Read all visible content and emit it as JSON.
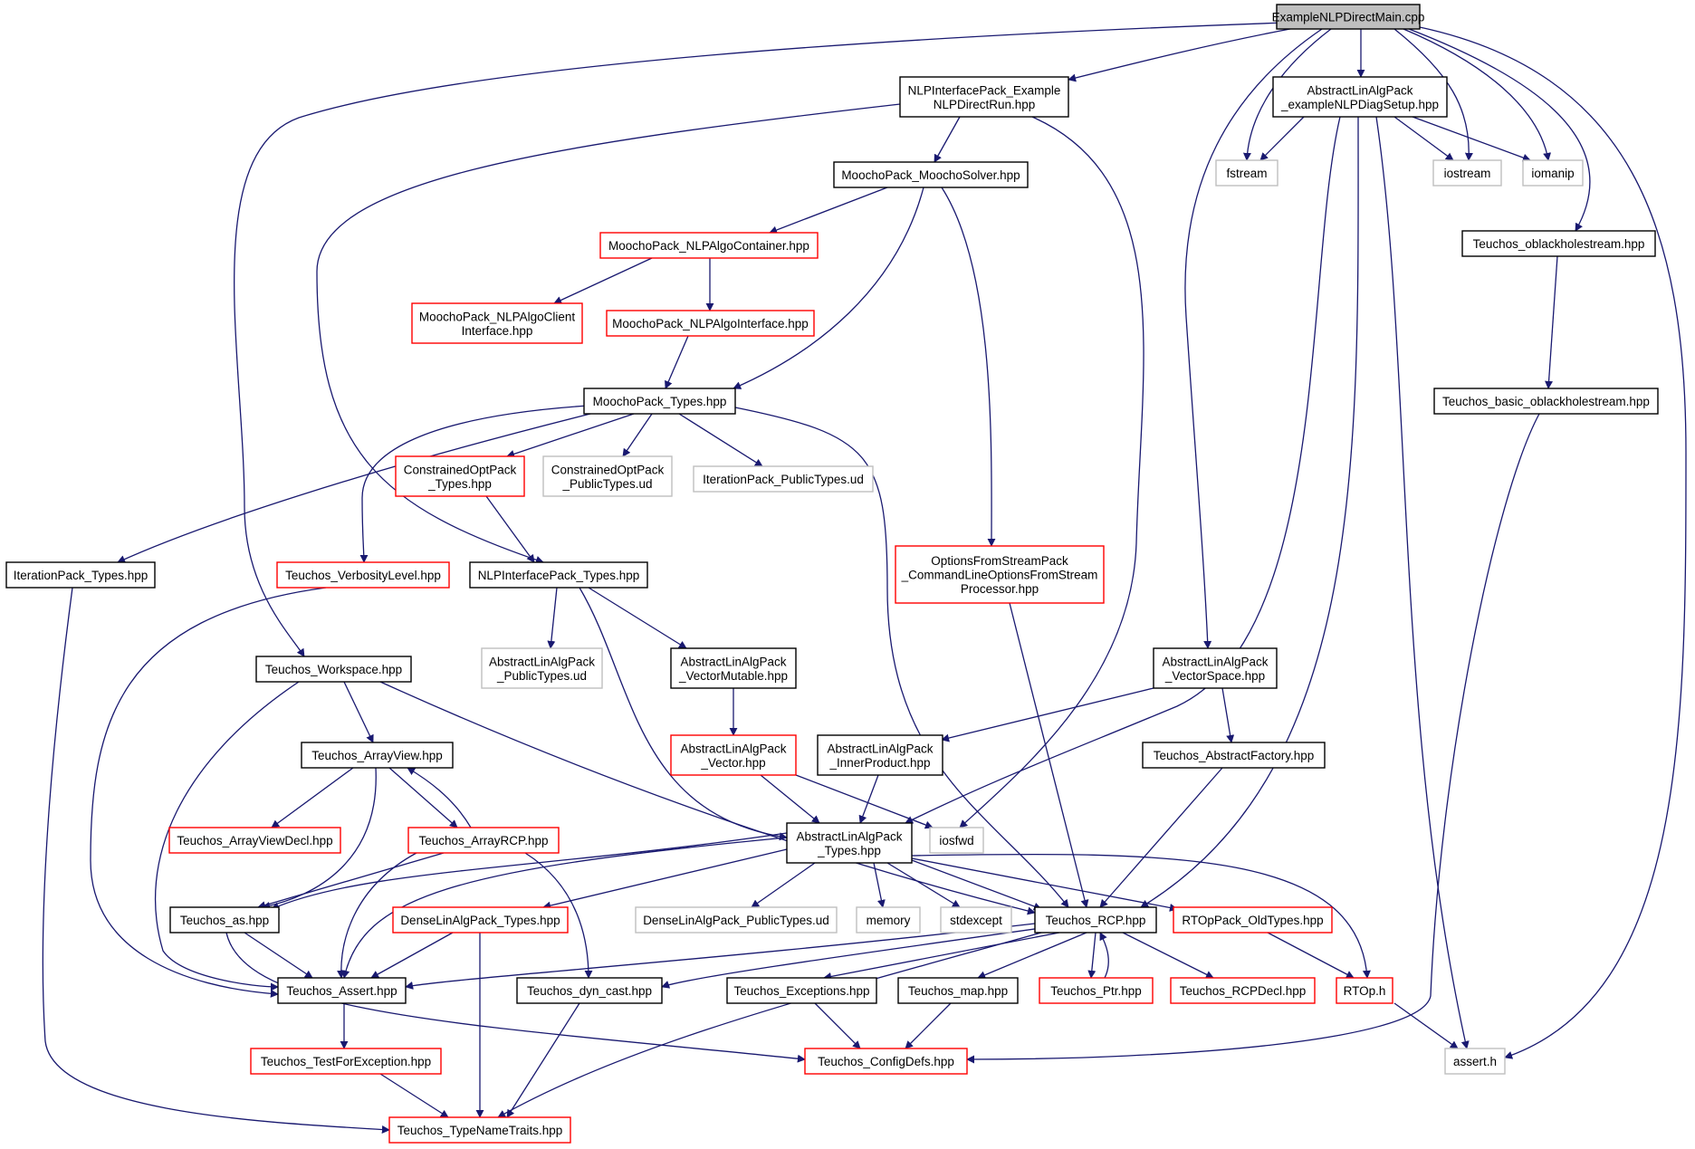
{
  "colors": {
    "edge": "#191970",
    "root_fill": "#bfbfbf",
    "border_normal": "#000000",
    "border_truncated": "#ff0000",
    "border_external": "#bfbfbf"
  },
  "nodes": [
    {
      "id": "root",
      "label": [
        "ExampleNLPDirectMain.cpp"
      ],
      "kind": "root"
    },
    {
      "id": "nlp_run",
      "label": [
        "NLPInterfacePack_Example",
        "NLPDirectRun.hpp"
      ],
      "kind": "normal"
    },
    {
      "id": "alap_diag",
      "label": [
        "AbstractLinAlgPack",
        "_exampleNLPDiagSetup.hpp"
      ],
      "kind": "normal"
    },
    {
      "id": "fstream",
      "label": [
        "fstream"
      ],
      "kind": "external"
    },
    {
      "id": "iostream",
      "label": [
        "iostream"
      ],
      "kind": "external"
    },
    {
      "id": "iomanip",
      "label": [
        "iomanip"
      ],
      "kind": "external"
    },
    {
      "id": "moocho_solver",
      "label": [
        "MoochoPack_MoochoSolver.hpp"
      ],
      "kind": "normal"
    },
    {
      "id": "oblackhole",
      "label": [
        "Teuchos_oblackholestream.hpp"
      ],
      "kind": "normal"
    },
    {
      "id": "nlpalgo_container",
      "label": [
        "MoochoPack_NLPAlgoContainer.hpp"
      ],
      "kind": "truncated"
    },
    {
      "id": "nlpalgo_client",
      "label": [
        "MoochoPack_NLPAlgoClient",
        "Interface.hpp"
      ],
      "kind": "truncated"
    },
    {
      "id": "nlpalgo_iface",
      "label": [
        "MoochoPack_NLPAlgoInterface.hpp"
      ],
      "kind": "truncated"
    },
    {
      "id": "basic_oblackhole",
      "label": [
        "Teuchos_basic_oblackholestream.hpp"
      ],
      "kind": "normal"
    },
    {
      "id": "moocho_types",
      "label": [
        "MoochoPack_Types.hpp"
      ],
      "kind": "normal"
    },
    {
      "id": "copt_types",
      "label": [
        "ConstrainedOptPack",
        "_Types.hpp"
      ],
      "kind": "truncated"
    },
    {
      "id": "copt_pub",
      "label": [
        "ConstrainedOptPack",
        "_PublicTypes.ud"
      ],
      "kind": "external"
    },
    {
      "id": "iter_pub",
      "label": [
        "IterationPack_PublicTypes.ud"
      ],
      "kind": "external"
    },
    {
      "id": "iter_types",
      "label": [
        "IterationPack_Types.hpp"
      ],
      "kind": "normal"
    },
    {
      "id": "verbosity",
      "label": [
        "Teuchos_VerbosityLevel.hpp"
      ],
      "kind": "truncated"
    },
    {
      "id": "nlpi_types",
      "label": [
        "NLPInterfacePack_Types.hpp"
      ],
      "kind": "normal"
    },
    {
      "id": "ofs",
      "label": [
        "OptionsFromStreamPack",
        "_CommandLineOptionsFromStream",
        "Processor.hpp"
      ],
      "kind": "truncated"
    },
    {
      "id": "alap_pub",
      "label": [
        "AbstractLinAlgPack",
        "_PublicTypes.ud"
      ],
      "kind": "external"
    },
    {
      "id": "alap_vecmut",
      "label": [
        "AbstractLinAlgPack",
        "_VectorMutable.hpp"
      ],
      "kind": "normal"
    },
    {
      "id": "workspace",
      "label": [
        "Teuchos_Workspace.hpp"
      ],
      "kind": "normal"
    },
    {
      "id": "alap_vecspace",
      "label": [
        "AbstractLinAlgPack",
        "_VectorSpace.hpp"
      ],
      "kind": "normal"
    },
    {
      "id": "arrayview",
      "label": [
        "Teuchos_ArrayView.hpp"
      ],
      "kind": "normal"
    },
    {
      "id": "alap_vector",
      "label": [
        "AbstractLinAlgPack",
        "_Vector.hpp"
      ],
      "kind": "truncated"
    },
    {
      "id": "alap_inner",
      "label": [
        "AbstractLinAlgPack",
        "_InnerProduct.hpp"
      ],
      "kind": "normal"
    },
    {
      "id": "absfactory",
      "label": [
        "Teuchos_AbstractFactory.hpp"
      ],
      "kind": "normal"
    },
    {
      "id": "arrayviewdecl",
      "label": [
        "Teuchos_ArrayViewDecl.hpp"
      ],
      "kind": "truncated"
    },
    {
      "id": "arrayrcp",
      "label": [
        "Teuchos_ArrayRCP.hpp"
      ],
      "kind": "truncated"
    },
    {
      "id": "alap_types",
      "label": [
        "AbstractLinAlgPack",
        "_Types.hpp"
      ],
      "kind": "normal"
    },
    {
      "id": "iosfwd",
      "label": [
        "iosfwd"
      ],
      "kind": "external"
    },
    {
      "id": "as",
      "label": [
        "Teuchos_as.hpp"
      ],
      "kind": "normal"
    },
    {
      "id": "dense_types",
      "label": [
        "DenseLinAlgPack_Types.hpp"
      ],
      "kind": "truncated"
    },
    {
      "id": "dense_pub",
      "label": [
        "DenseLinAlgPack_PublicTypes.ud"
      ],
      "kind": "external"
    },
    {
      "id": "memory",
      "label": [
        "memory"
      ],
      "kind": "external"
    },
    {
      "id": "stdexcept",
      "label": [
        "stdexcept"
      ],
      "kind": "external"
    },
    {
      "id": "rcp",
      "label": [
        "Teuchos_RCP.hpp"
      ],
      "kind": "normal"
    },
    {
      "id": "rtop_old",
      "label": [
        "RTOpPack_OldTypes.hpp"
      ],
      "kind": "truncated"
    },
    {
      "id": "assert_hpp",
      "label": [
        "Teuchos_Assert.hpp"
      ],
      "kind": "normal"
    },
    {
      "id": "dyn_cast",
      "label": [
        "Teuchos_dyn_cast.hpp"
      ],
      "kind": "normal"
    },
    {
      "id": "exceptions",
      "label": [
        "Teuchos_Exceptions.hpp"
      ],
      "kind": "normal"
    },
    {
      "id": "map",
      "label": [
        "Teuchos_map.hpp"
      ],
      "kind": "normal"
    },
    {
      "id": "ptr",
      "label": [
        "Teuchos_Ptr.hpp"
      ],
      "kind": "truncated"
    },
    {
      "id": "rcpdecl",
      "label": [
        "Teuchos_RCPDecl.hpp"
      ],
      "kind": "truncated"
    },
    {
      "id": "rtop",
      "label": [
        "RTOp.h"
      ],
      "kind": "truncated"
    },
    {
      "id": "assert_h",
      "label": [
        "assert.h"
      ],
      "kind": "external"
    },
    {
      "id": "testforexc",
      "label": [
        "Teuchos_TestForException.hpp"
      ],
      "kind": "truncated"
    },
    {
      "id": "configdefs",
      "label": [
        "Teuchos_ConfigDefs.hpp"
      ],
      "kind": "truncated"
    },
    {
      "id": "typename",
      "label": [
        "Teuchos_TypeNameTraits.hpp"
      ],
      "kind": "truncated"
    }
  ]
}
